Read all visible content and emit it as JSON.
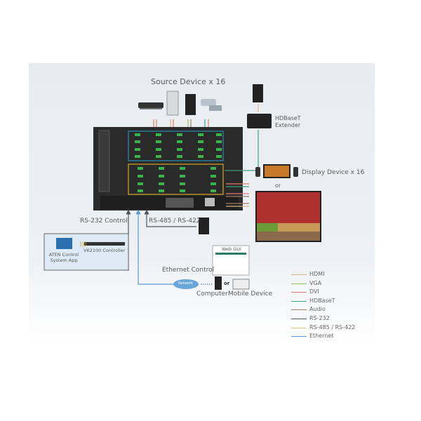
{
  "labels": {
    "source": "Source Device x 16",
    "hdbaset_extender_1": "HDBaseT",
    "hdbaset_extender_2": "Extender",
    "display": "Display Device x 16",
    "or_display": "or",
    "rs232": "RS-232 Control",
    "rs485": "RS-485 / RS-422",
    "aten_app_1": "ATEN Control",
    "aten_app_2": "System App",
    "vk2100": "VK2100 Controller",
    "web_gui": "Web GUI",
    "ethernet_control": "Ethernet Control",
    "network": "Network",
    "or_device": "or",
    "computer": "Computer",
    "mobile": "Mobile Device"
  },
  "legend": [
    {
      "label": "HDMI",
      "color": "#d8b48a"
    },
    {
      "label": "VGA",
      "color": "#8cc65a"
    },
    {
      "label": "DVI",
      "color": "#e07a6e"
    },
    {
      "label": "HDBaseT",
      "color": "#3aa57a"
    },
    {
      "label": "Audio",
      "color": "#a07a6a"
    },
    {
      "label": "RS-232",
      "color": "#555555"
    },
    {
      "label": "RS-485 / RS-422",
      "color": "#d6c99a"
    },
    {
      "label": "Ethernet",
      "color": "#5b9bd5"
    }
  ]
}
